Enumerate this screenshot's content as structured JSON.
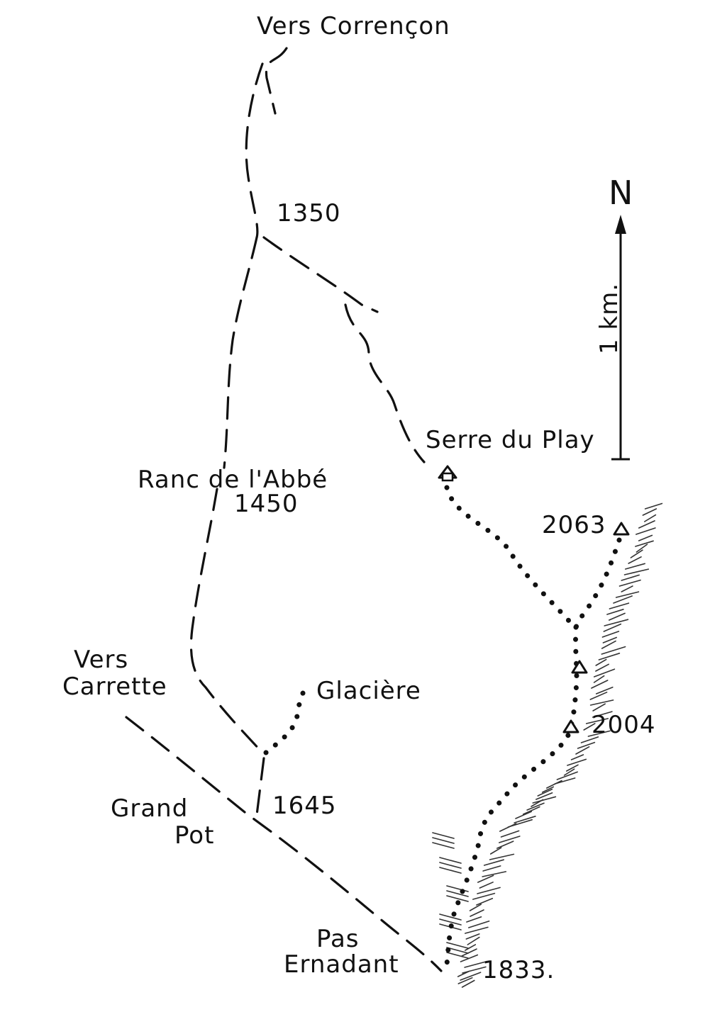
{
  "map": {
    "labels": {
      "vers_correncon": "Vers Corrençon",
      "alt_1350": "1350",
      "north": "N",
      "scale": "1 km.",
      "serre_du_play": "Serre du Play",
      "alt_2063": "2063",
      "ranc_abbe": "Ranc de l'Abbé",
      "alt_1450": "1450",
      "vers_carrette_1": "Vers",
      "vers_carrette_2": "Carrette",
      "glaciere": "Glacière",
      "alt_2004": "2004",
      "grand_pot_1": "Grand",
      "grand_pot_2": "Pot",
      "alt_1645": "1645",
      "pas_ernadant_1": "Pas",
      "pas_ernadant_2": "Ernadant",
      "alt_1833": "1833."
    },
    "symbols": {
      "trail": "dashed-line",
      "path": "dotted-line",
      "ridge": "hatched-cliff",
      "summit": "triangle-icon",
      "hut": "hut-icon"
    }
  }
}
